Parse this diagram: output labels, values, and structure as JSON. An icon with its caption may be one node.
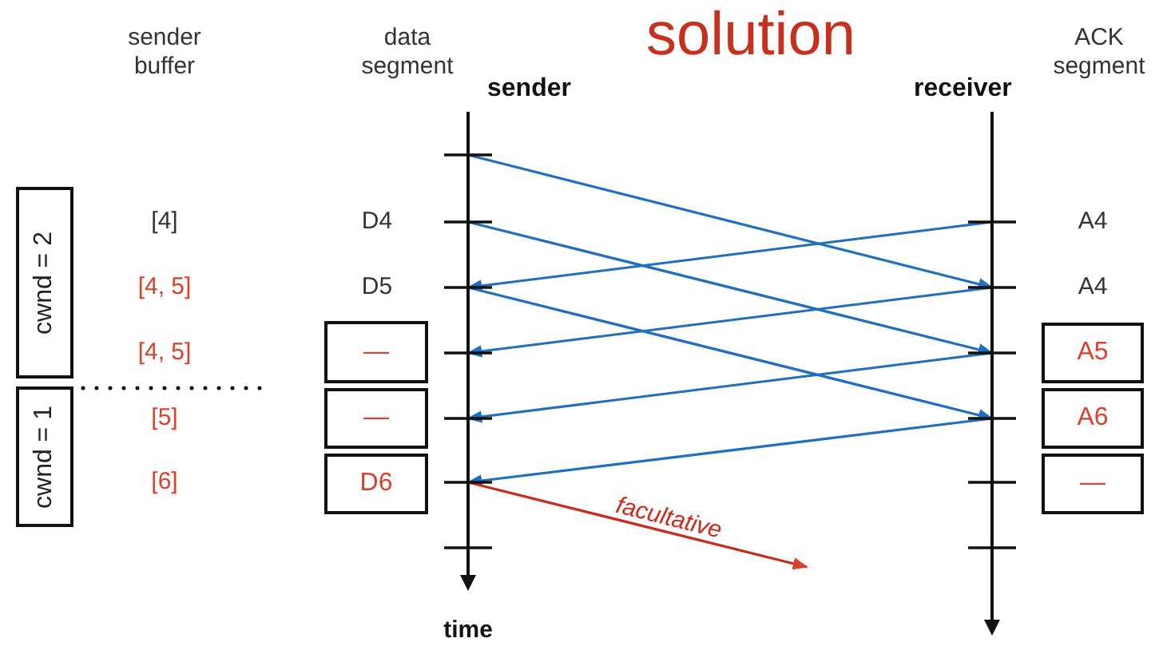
{
  "diagram": {
    "title": "solution",
    "nodes": [
      {
        "text": [
          "sender"
        ]
      },
      {
        "text": [
          "receiver"
        ]
      },
      {
        "text": [
          "cwnd = 2"
        ]
      },
      {
        "text": [
          "cwnd = 1"
        ]
      },
      {
        "text": [
          "—"
        ]
      },
      {
        "text": [
          "—"
        ]
      },
      {
        "text": [
          "D6"
        ]
      },
      {
        "text": [
          "A5"
        ]
      },
      {
        "text": [
          "A6"
        ]
      },
      {
        "text": [
          "—"
        ]
      }
    ],
    "edges": [
      {
        "from": 0,
        "to": 1,
        "arrow": "to"
      },
      {
        "from": 0,
        "to": 1,
        "arrow": "to"
      },
      {
        "from": 0,
        "to": 1,
        "arrow": "to"
      },
      {
        "from": 1,
        "to": 0,
        "arrow": "to"
      },
      {
        "from": 1,
        "to": 0,
        "arrow": "to"
      },
      {
        "from": 1,
        "to": 0,
        "arrow": "to"
      },
      {
        "from": 1,
        "to": 0,
        "arrow": "to"
      },
      {
        "from": 0,
        "to": null,
        "arrow": "to",
        "label": "facultative",
        "color": "#cc2a1a"
      }
    ],
    "labels": [
      "sender buffer",
      "data segment",
      "ACK segment",
      "[4]",
      "D4",
      "A4",
      "[4, 5]",
      "D5",
      "A4",
      "[4, 5]",
      "[5]",
      "[6]",
      "time"
    ]
  }
}
